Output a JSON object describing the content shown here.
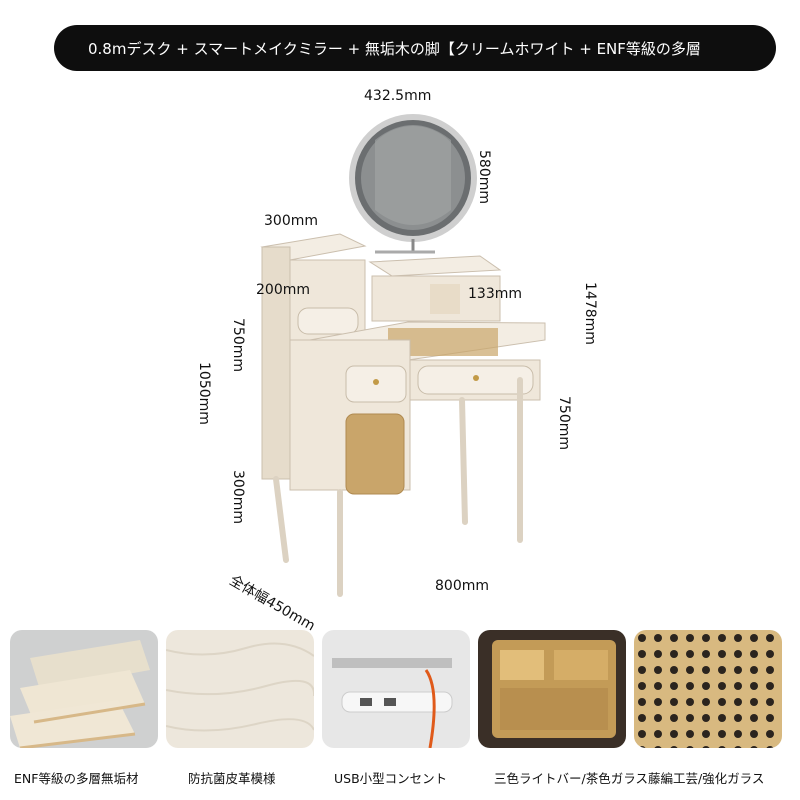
{
  "banner": {
    "text": "0.8mデスク + スマートメイクミラー + 無垢木の脚【クリームホワイト + ENF等級の多層"
  },
  "dimensions": {
    "mirror_width": "432.5mm",
    "mirror_height": "580mm",
    "shelf_width": "300mm",
    "shelf_depth": "200mm",
    "shelf_height": "133mm",
    "total_height": "1478mm",
    "cabinet_height": "750mm",
    "overall_height": "1050mm",
    "leg_height": "300mm",
    "desk_height": "750mm",
    "depth": "全体幅450mm",
    "width": "800mm"
  },
  "captions": {
    "c1": "ENF等級の多層無垢材",
    "c2": "防抗菌皮革模様",
    "c3": "USB小型コンセント",
    "c4": "三色ライトバー/茶色ガラス藤編工芸/強化ガラス"
  },
  "colors": {
    "cream": "#efe7da",
    "rattan": "#c9a56a",
    "wood": "#d9c09a",
    "banner_bg": "#0e0e0e"
  }
}
